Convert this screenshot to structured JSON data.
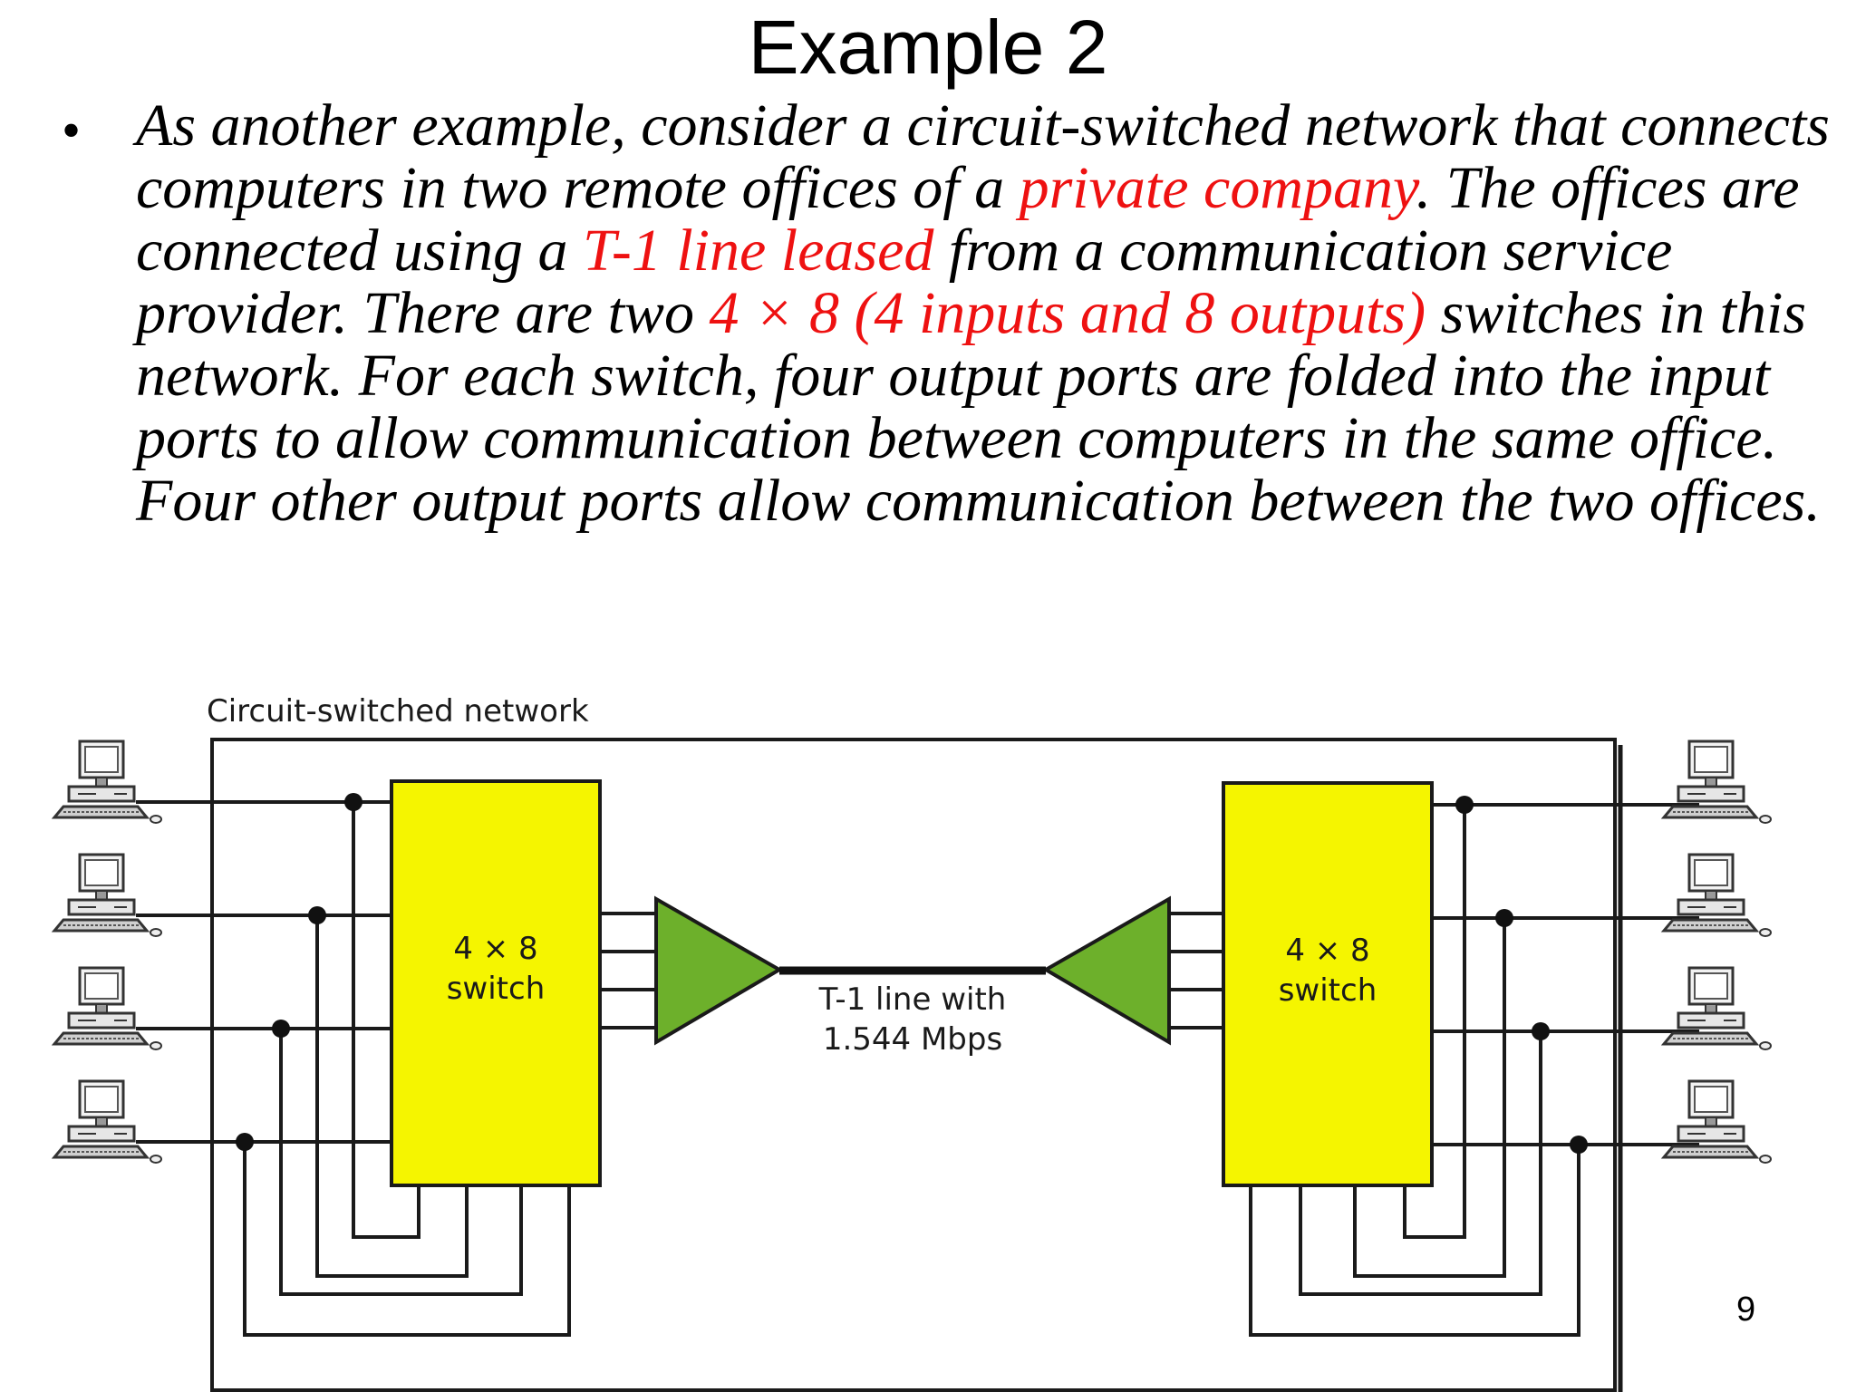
{
  "slide": {
    "title": "Example 2",
    "page_number": "9"
  },
  "bullet": {
    "symbol": "•",
    "segments": [
      {
        "text": "As another example, consider a circuit-switched network that connects computers in two remote offices of a ",
        "highlight": false
      },
      {
        "text": "private company",
        "highlight": true
      },
      {
        "text": ". The offices are connected using a ",
        "highlight": false
      },
      {
        "text": "T-1 line leased",
        "highlight": true
      },
      {
        "text": " from a communication service provider. There are two ",
        "highlight": false
      },
      {
        "text": "4 × 8 (4 inputs and 8 outputs)",
        "highlight": true
      },
      {
        "text": " switches in this network. For each switch, four output ports are folded into the input ports to allow communication between computers in the same office. Four other output ports allow communication between the two offices.",
        "highlight": false
      }
    ]
  },
  "diagram": {
    "network_label": "Circuit-switched network",
    "left_switch": {
      "line1": "4 × 8",
      "line2": "switch"
    },
    "right_switch": {
      "line1": "4 × 8",
      "line2": "switch"
    },
    "link_label": {
      "line1": "T-1 line with",
      "line2": "1.544 Mbps"
    },
    "computers_per_office": 4
  },
  "colors": {
    "highlight": "#ee1111",
    "switch_fill": "#f5f500",
    "mux_fill": "#6db02b",
    "line": "#1a1a1a"
  }
}
